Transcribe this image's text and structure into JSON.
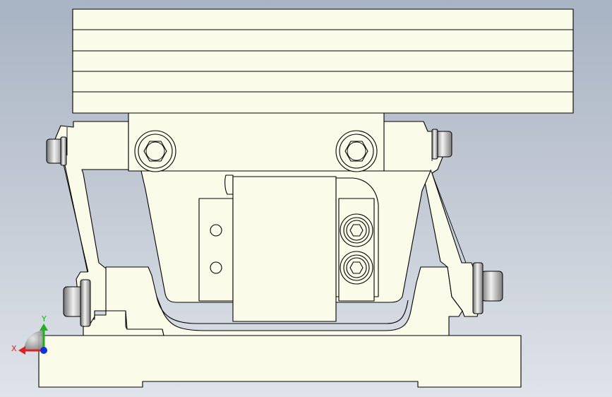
{
  "window": {
    "title": ""
  },
  "viewport": {
    "background_top": "#a8b3c3",
    "background_bottom": "#dfe3ea",
    "part_fill": "#fbfbe9",
    "edge_color": "#000000"
  },
  "model": {
    "components": [
      "base-plate",
      "top-plate",
      "center-block",
      "slider-block",
      "left-rail-plate",
      "right-rail-plate",
      "left-link-arm",
      "right-link-arm",
      "hex-bolt-left",
      "hex-bolt-right",
      "socket-cap-screw-upper",
      "socket-cap-screw-lower",
      "pivot-pin-top-left",
      "pivot-pin-top-right",
      "pivot-pin-bottom-left",
      "pivot-pin-bottom-right"
    ]
  },
  "triad": {
    "x_label": "X",
    "y_label": "Y",
    "x_color": "#e02020",
    "y_color": "#20b020",
    "z_color": "#1030e0"
  }
}
